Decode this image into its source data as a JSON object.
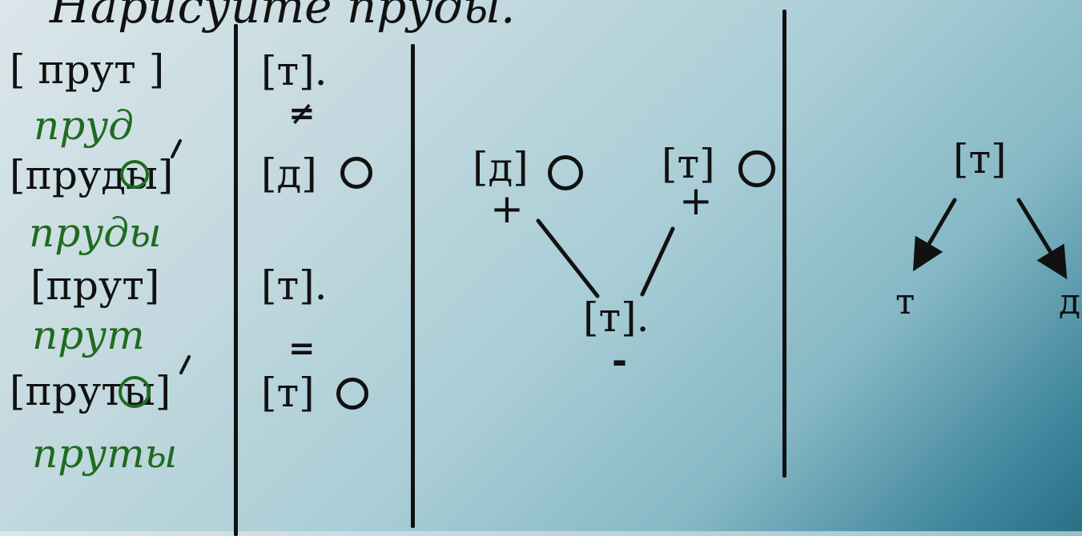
{
  "title": "Нарисуйте пруды.",
  "left_column": {
    "row1_transcription": "[ прут ]",
    "row2_word": "пруд",
    "row3_transcription": "[пруды]",
    "row4_word": "пруды",
    "row5_transcription": "[прут]",
    "row6_word": "прут",
    "row7_transcription": "[пруты]",
    "row8_word": "пруты"
  },
  "middle_column": {
    "sound1": "[т].",
    "op1": "≠",
    "sound2": "[д]",
    "sound3": "[т].",
    "op2": "=",
    "sound4": "[т]"
  },
  "diagram1": {
    "left_sound": "[д]",
    "right_sound": "[т]",
    "left_sign": "+",
    "right_sign": "+",
    "bottom_sound": "[т].",
    "bottom_sign": "-"
  },
  "diagram2": {
    "top_sound": "[т]",
    "left_letter": "т",
    "right_letter": "д"
  }
}
